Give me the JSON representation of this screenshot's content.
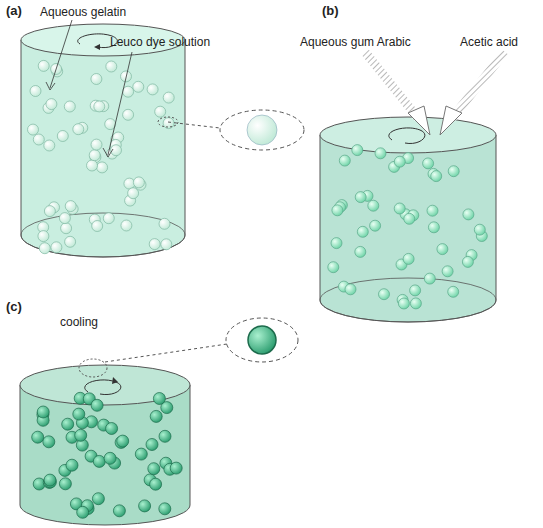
{
  "diagram": {
    "labels": [
      "(a)",
      "Aqueous gelatin",
      "Leuco dye solution",
      "(b)",
      "Aqueous gum Arabic",
      "Acetic acid",
      "(c)",
      "cooling"
    ]
  }
}
